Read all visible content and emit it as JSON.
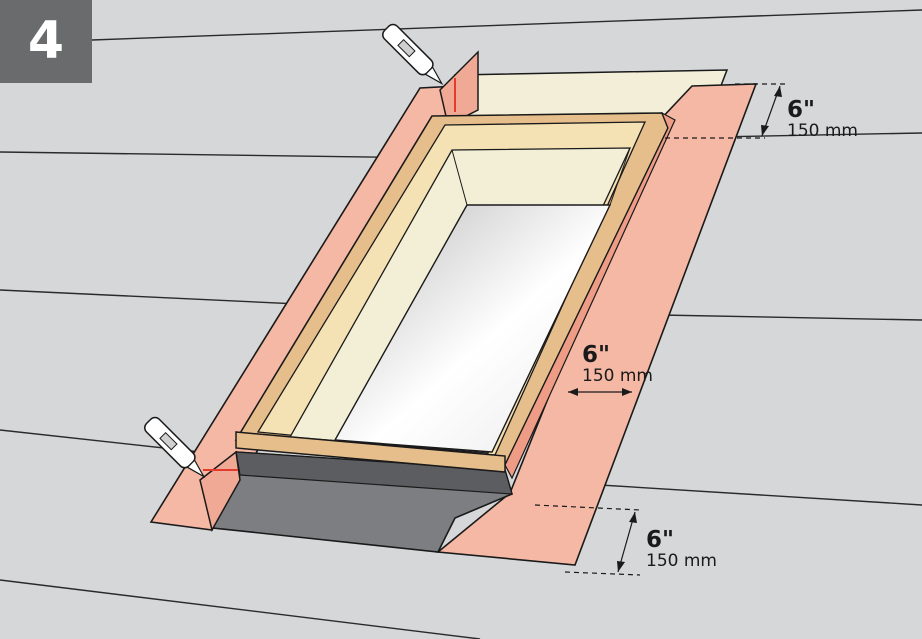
{
  "step": {
    "number": "4"
  },
  "dimensions": [
    {
      "id": "top-offset",
      "inches": "6\"",
      "metric": "150 mm"
    },
    {
      "id": "side-offset",
      "inches": "6\"",
      "metric": "150 mm"
    },
    {
      "id": "bottom-offset",
      "inches": "6\"",
      "metric": "150 mm"
    }
  ],
  "colors": {
    "roof": "#d6d7d9",
    "shingle_lines": "#2a2a2a",
    "underlayment": "#f2eed7",
    "membrane": "#f4b8a4",
    "membrane_dark": "#ee9c86",
    "frame_wood": "#e6be8c",
    "frame_light": "#f5e2b4",
    "well_liner": "#f2efd6",
    "opening_glass": "#eeeeee",
    "bottom_flashing": "#7c7e81",
    "cut_mark": "#e53b2e",
    "badge": "#6a6b6d"
  },
  "icons": [
    "utility-knife-icon"
  ]
}
